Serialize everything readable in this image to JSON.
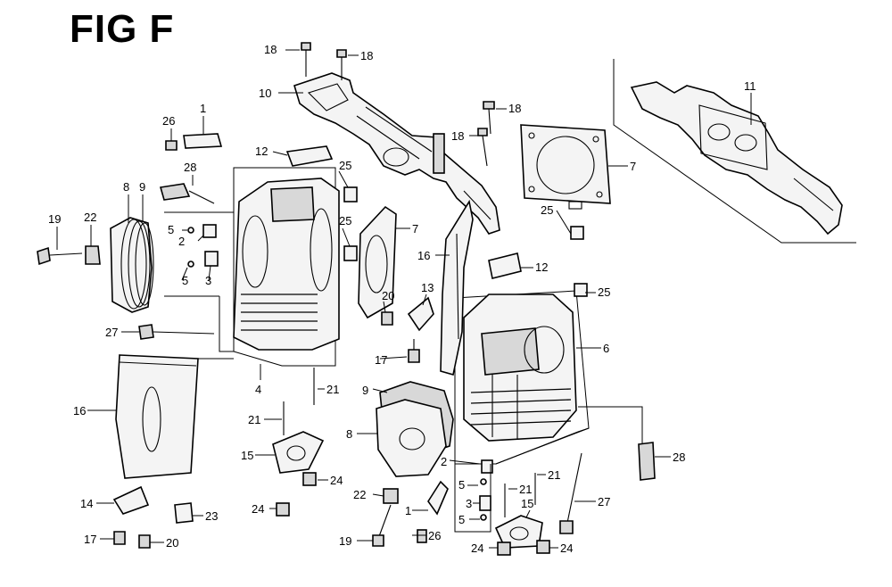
{
  "figure": {
    "title": "FIG F"
  },
  "callouts": [
    {
      "id": "c-18a",
      "label": "18"
    },
    {
      "id": "c-18b",
      "label": "18"
    },
    {
      "id": "c-10",
      "label": "10"
    },
    {
      "id": "c-18c",
      "label": "18"
    },
    {
      "id": "c-18d",
      "label": "18"
    },
    {
      "id": "c-7a",
      "label": "7"
    },
    {
      "id": "c-11",
      "label": "11"
    },
    {
      "id": "c-1a",
      "label": "1"
    },
    {
      "id": "c-26a",
      "label": "26"
    },
    {
      "id": "c-12a",
      "label": "12"
    },
    {
      "id": "c-28a",
      "label": "28"
    },
    {
      "id": "c-8a",
      "label": "8"
    },
    {
      "id": "c-9a",
      "label": "9"
    },
    {
      "id": "c-25a",
      "label": "25"
    },
    {
      "id": "c-19a",
      "label": "19"
    },
    {
      "id": "c-22a",
      "label": "22"
    },
    {
      "id": "c-5a",
      "label": "5"
    },
    {
      "id": "c-2a",
      "label": "2"
    },
    {
      "id": "c-25b",
      "label": "25"
    },
    {
      "id": "c-7b",
      "label": "7"
    },
    {
      "id": "c-25c",
      "label": "25"
    },
    {
      "id": "c-5b",
      "label": "5"
    },
    {
      "id": "c-3a",
      "label": "3"
    },
    {
      "id": "c-16a",
      "label": "16"
    },
    {
      "id": "c-12b",
      "label": "12"
    },
    {
      "id": "c-13",
      "label": "13"
    },
    {
      "id": "c-20a",
      "label": "20"
    },
    {
      "id": "c-25d",
      "label": "25"
    },
    {
      "id": "c-27a",
      "label": "27"
    },
    {
      "id": "c-6",
      "label": "6"
    },
    {
      "id": "c-17a",
      "label": "17"
    },
    {
      "id": "c-4",
      "label": "4"
    },
    {
      "id": "c-21a",
      "label": "21"
    },
    {
      "id": "c-9b",
      "label": "9"
    },
    {
      "id": "c-16b",
      "label": "16"
    },
    {
      "id": "c-21b",
      "label": "21"
    },
    {
      "id": "c-8b",
      "label": "8"
    },
    {
      "id": "c-15a",
      "label": "15"
    },
    {
      "id": "c-28b",
      "label": "28"
    },
    {
      "id": "c-2b",
      "label": "2"
    },
    {
      "id": "c-21c",
      "label": "21"
    },
    {
      "id": "c-24a",
      "label": "24"
    },
    {
      "id": "c-5c",
      "label": "5"
    },
    {
      "id": "c-21d",
      "label": "21"
    },
    {
      "id": "c-22b",
      "label": "22"
    },
    {
      "id": "c-3b",
      "label": "3"
    },
    {
      "id": "c-15b",
      "label": "15"
    },
    {
      "id": "c-27b",
      "label": "27"
    },
    {
      "id": "c-14",
      "label": "14"
    },
    {
      "id": "c-24b",
      "label": "24"
    },
    {
      "id": "c-1b",
      "label": "1"
    },
    {
      "id": "c-5d",
      "label": "5"
    },
    {
      "id": "c-23",
      "label": "23"
    },
    {
      "id": "c-17b",
      "label": "17"
    },
    {
      "id": "c-20b",
      "label": "20"
    },
    {
      "id": "c-19b",
      "label": "19"
    },
    {
      "id": "c-26b",
      "label": "26"
    },
    {
      "id": "c-24c",
      "label": "24"
    },
    {
      "id": "c-24d",
      "label": "24"
    }
  ]
}
